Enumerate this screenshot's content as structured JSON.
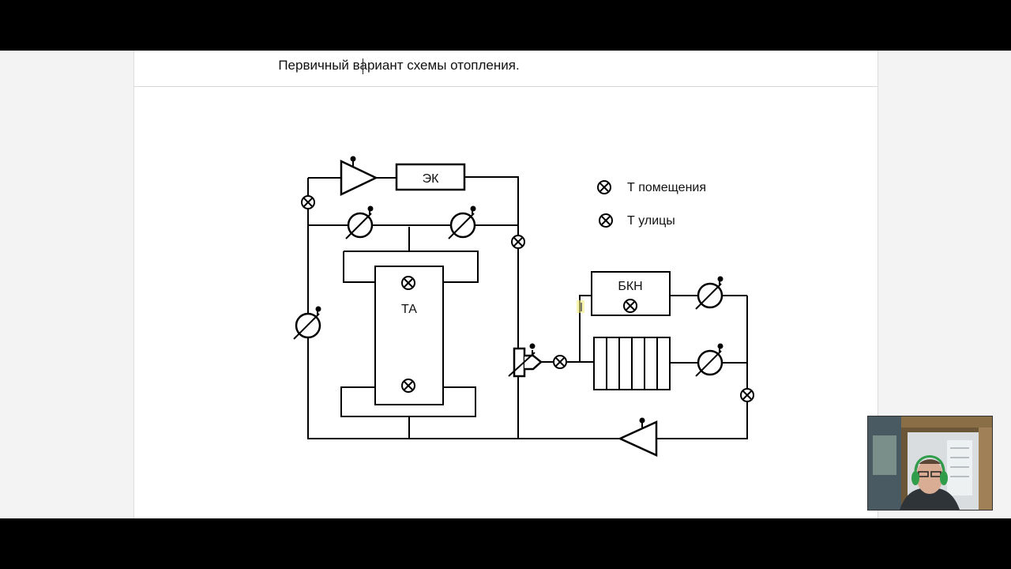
{
  "document": {
    "title": "Первичный вариант схемы отопления."
  },
  "diagram": {
    "boiler_label": "ЭК",
    "heat_accumulator_label": "ТА",
    "indirect_tank_label": "БКН",
    "legend": [
      {
        "icon": "temperature-sensor-icon",
        "label": "Т помещения"
      },
      {
        "icon": "temperature-sensor-icon",
        "label": "Т улицы"
      }
    ]
  },
  "colors": {
    "line": "#000000",
    "background": "#ffffff",
    "frame": "#000000"
  }
}
